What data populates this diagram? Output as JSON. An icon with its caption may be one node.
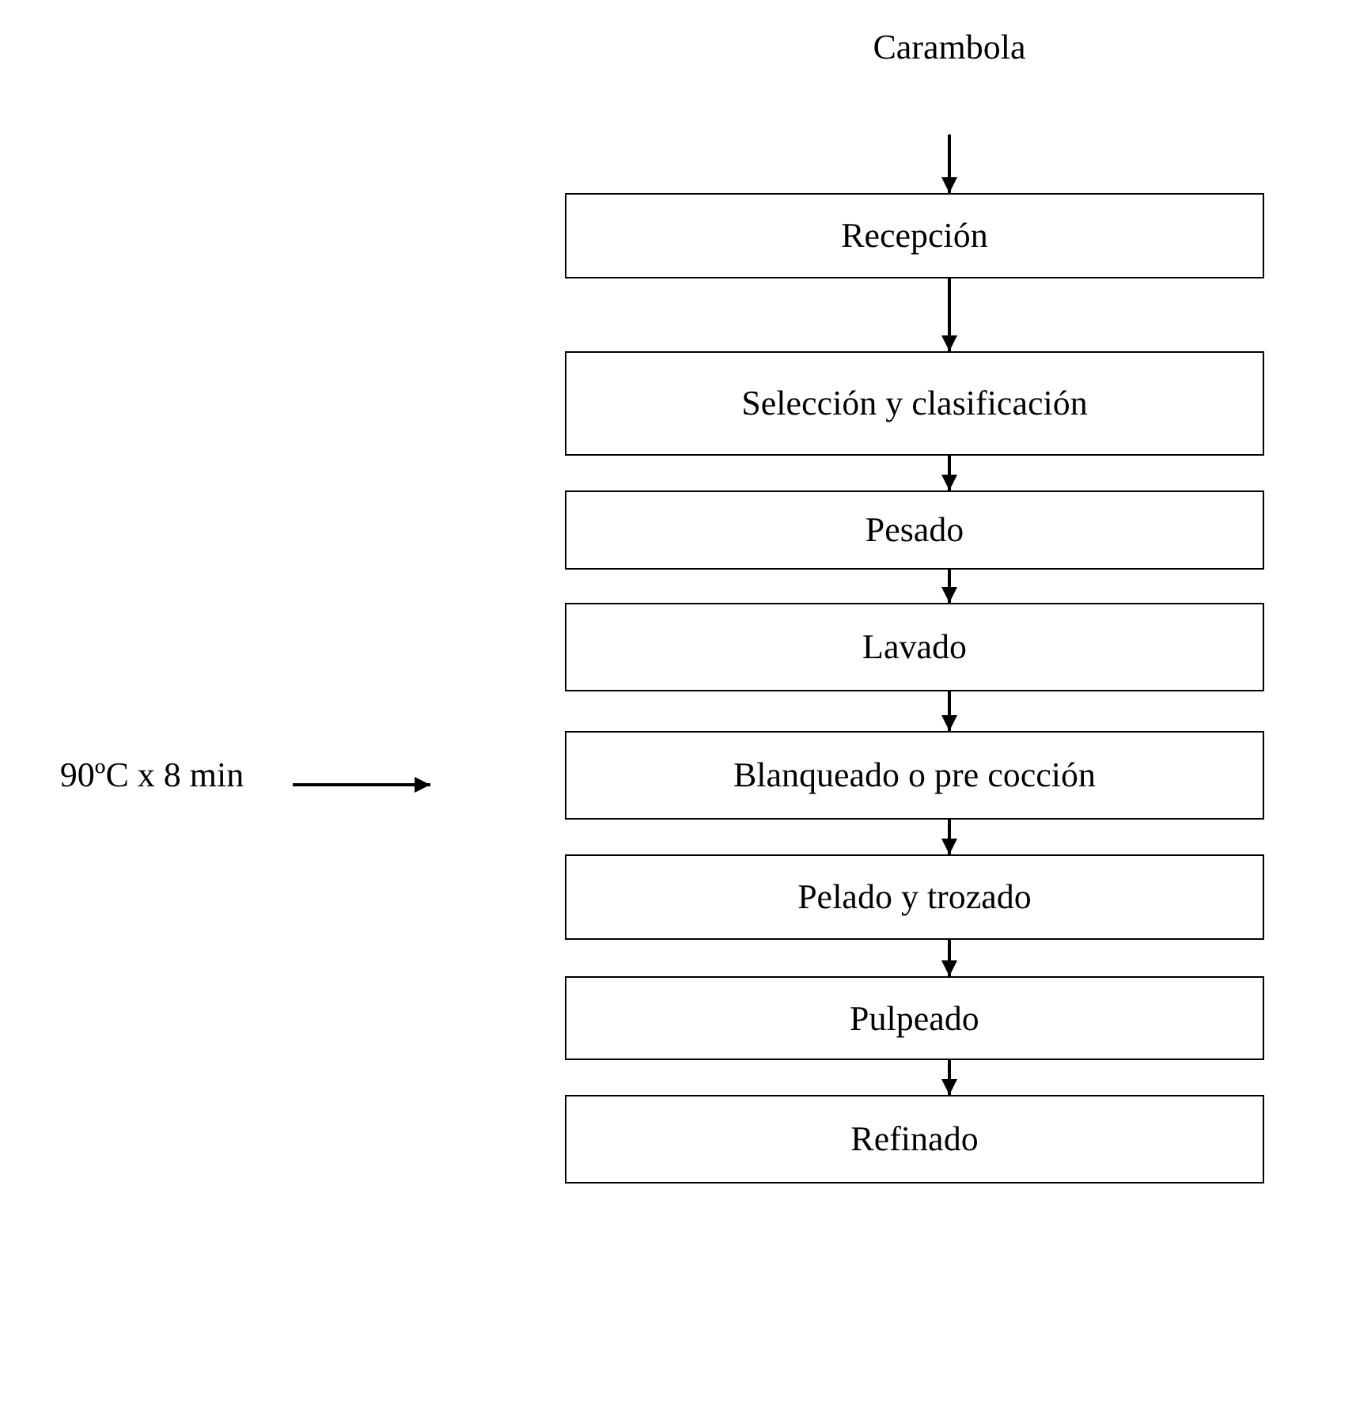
{
  "diagram": {
    "nodes": [
      {
        "text": [
          "Carambola"
        ]
      },
      {
        "text": [
          "Recepción"
        ]
      },
      {
        "text": [
          "Selección y clasificación"
        ]
      },
      {
        "text": [
          "Pesado"
        ]
      },
      {
        "text": [
          "Lavado"
        ]
      },
      {
        "text": [
          "Blanqueado o pre cocción"
        ]
      },
      {
        "text": [
          "Pelado y trozado"
        ]
      },
      {
        "text": [
          "Pulpeado"
        ]
      },
      {
        "text": [
          "Refinado"
        ]
      },
      {
        "text": [
          "90ºC x 8 min"
        ]
      }
    ],
    "edges": [
      {
        "from": 0,
        "to": 1,
        "arrow": "to"
      },
      {
        "from": 1,
        "to": 2,
        "arrow": "to"
      },
      {
        "from": 2,
        "to": 3,
        "arrow": "to"
      },
      {
        "from": 3,
        "to": 4,
        "arrow": "to"
      },
      {
        "from": 4,
        "to": 5,
        "arrow": "to"
      },
      {
        "from": 5,
        "to": 6,
        "arrow": "to"
      },
      {
        "from": 6,
        "to": 7,
        "arrow": "to"
      },
      {
        "from": 7,
        "to": 8,
        "arrow": "to"
      },
      {
        "from": 9,
        "to": null,
        "arrow": "to"
      }
    ]
  }
}
